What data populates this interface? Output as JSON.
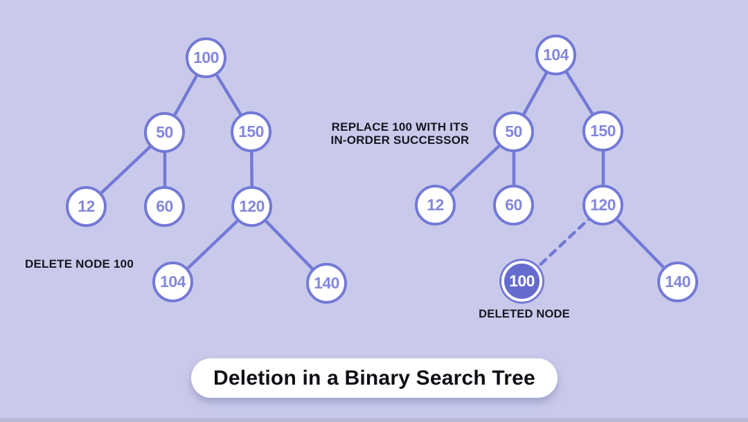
{
  "title": "Deletion in a Binary Search Tree",
  "colors": {
    "background": "#c9caeb",
    "node_stroke": "#7379d6",
    "node_text": "#8287dc",
    "node_fill": "#ffffff",
    "deleted_node_fill": "#666bce",
    "deleted_node_text": "#ffffff",
    "caption_text": "#16161f",
    "title_text": "#0e0e14",
    "pill_background": "#ffffff",
    "bottom_strip": "#b7b8d2"
  },
  "left_tree": {
    "caption": "DELETE NODE 100",
    "nodes": {
      "n100": "100",
      "n50": "50",
      "n150": "150",
      "n12": "12",
      "n60": "60",
      "n120": "120",
      "n104": "104",
      "n140": "140"
    }
  },
  "right_tree": {
    "caption_line1": "REPLACE 100 WITH ITS",
    "caption_line2": "IN-ORDER SUCCESSOR",
    "deleted_caption": "DELETED NODE",
    "nodes": {
      "n104": "104",
      "n50": "50",
      "n150": "150",
      "n12": "12",
      "n60": "60",
      "n120": "120",
      "n140": "140"
    },
    "deleted_node": "100"
  }
}
